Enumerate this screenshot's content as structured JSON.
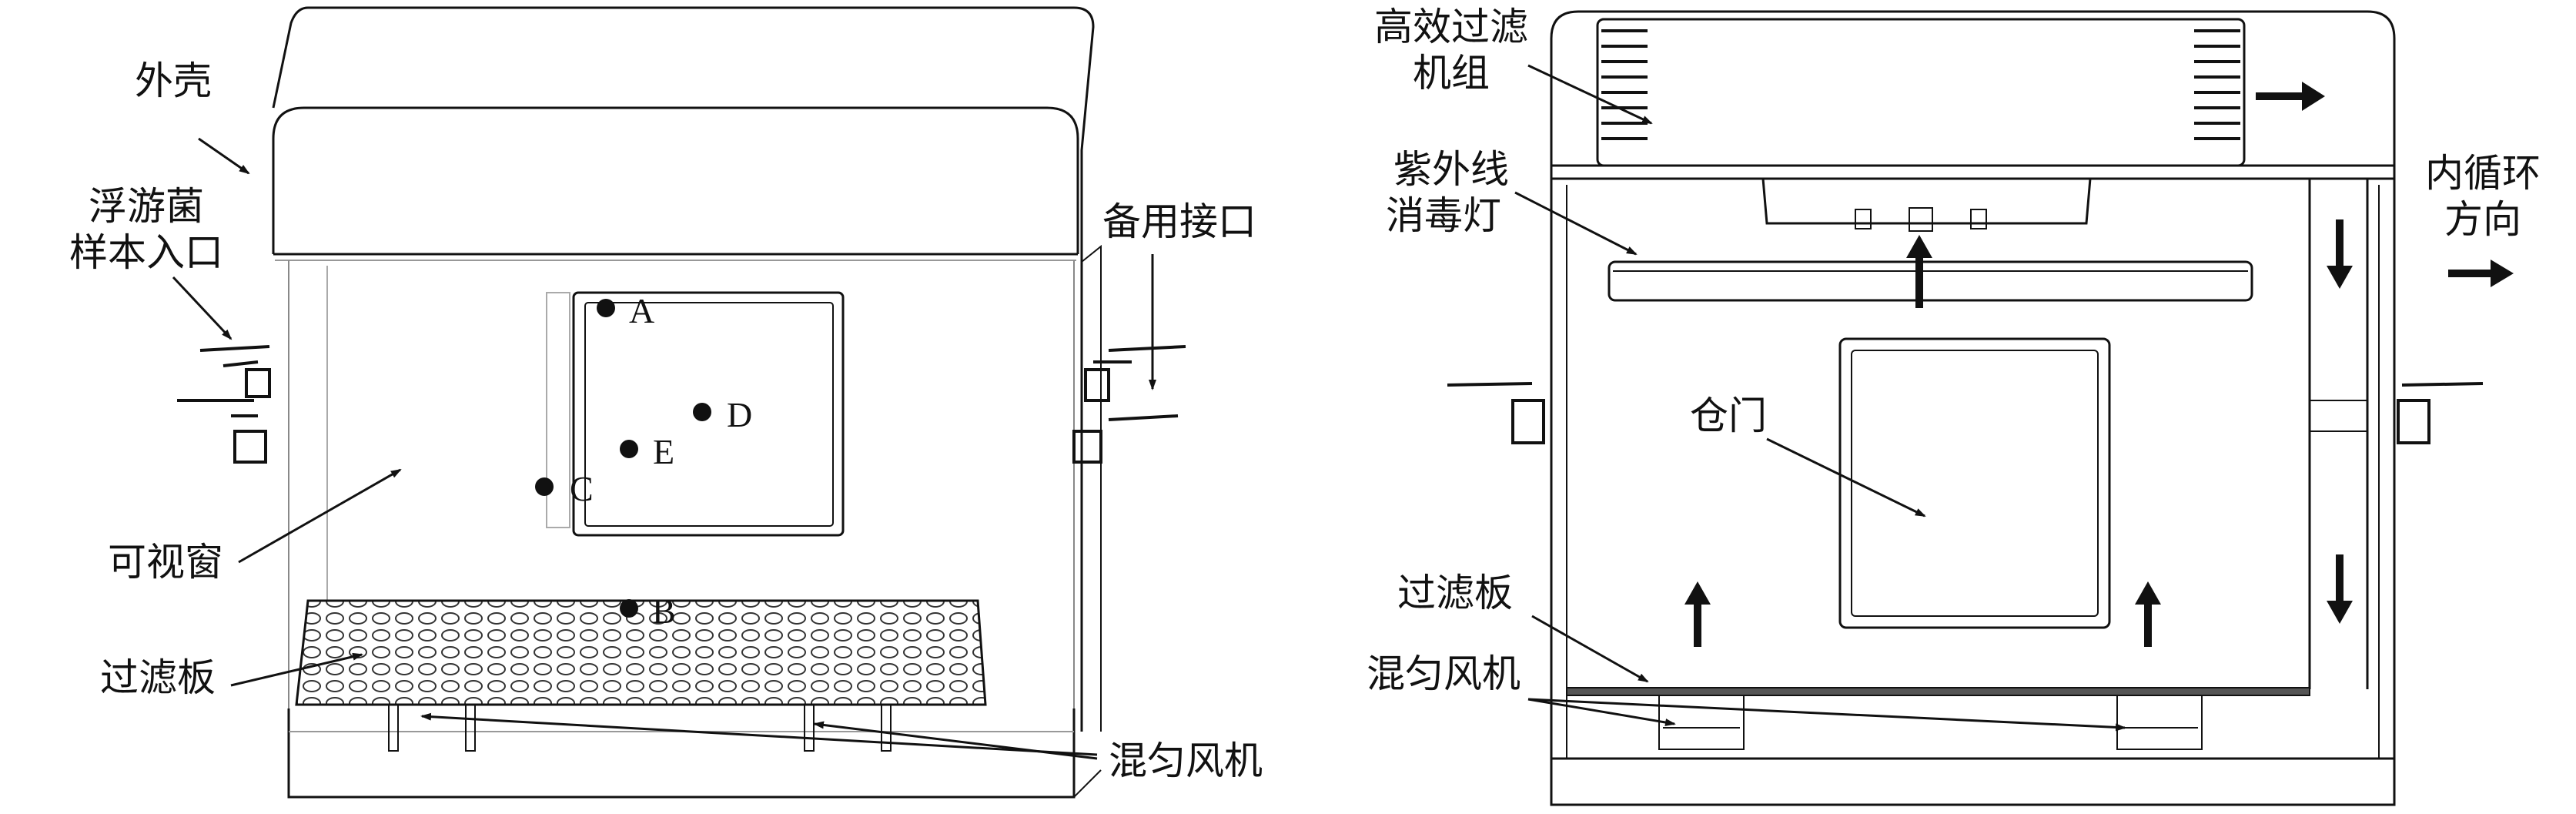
{
  "left_diagram": {
    "labels": {
      "shell": "外壳",
      "sample_inlet_line1": "浮游菌",
      "sample_inlet_line2": "样本入口",
      "spare_port": "备用接口",
      "viewing_window": "可视窗",
      "filter_plate": "过滤板",
      "mixing_fan": "混匀风机"
    },
    "points": [
      "A",
      "B",
      "C",
      "D",
      "E"
    ]
  },
  "right_diagram": {
    "labels": {
      "hepa_line1": "高效过滤",
      "hepa_line2": "机组",
      "uv_line1": "紫外线",
      "uv_line2": "消毒灯",
      "circulation_line1": "内循环",
      "circulation_line2": "方向",
      "door": "仓门",
      "filter_plate": "过滤板",
      "mixing_fan": "混匀风机"
    }
  },
  "colors": {
    "line": "#111111",
    "light_line": "#555555",
    "fill": "#dddddd"
  }
}
